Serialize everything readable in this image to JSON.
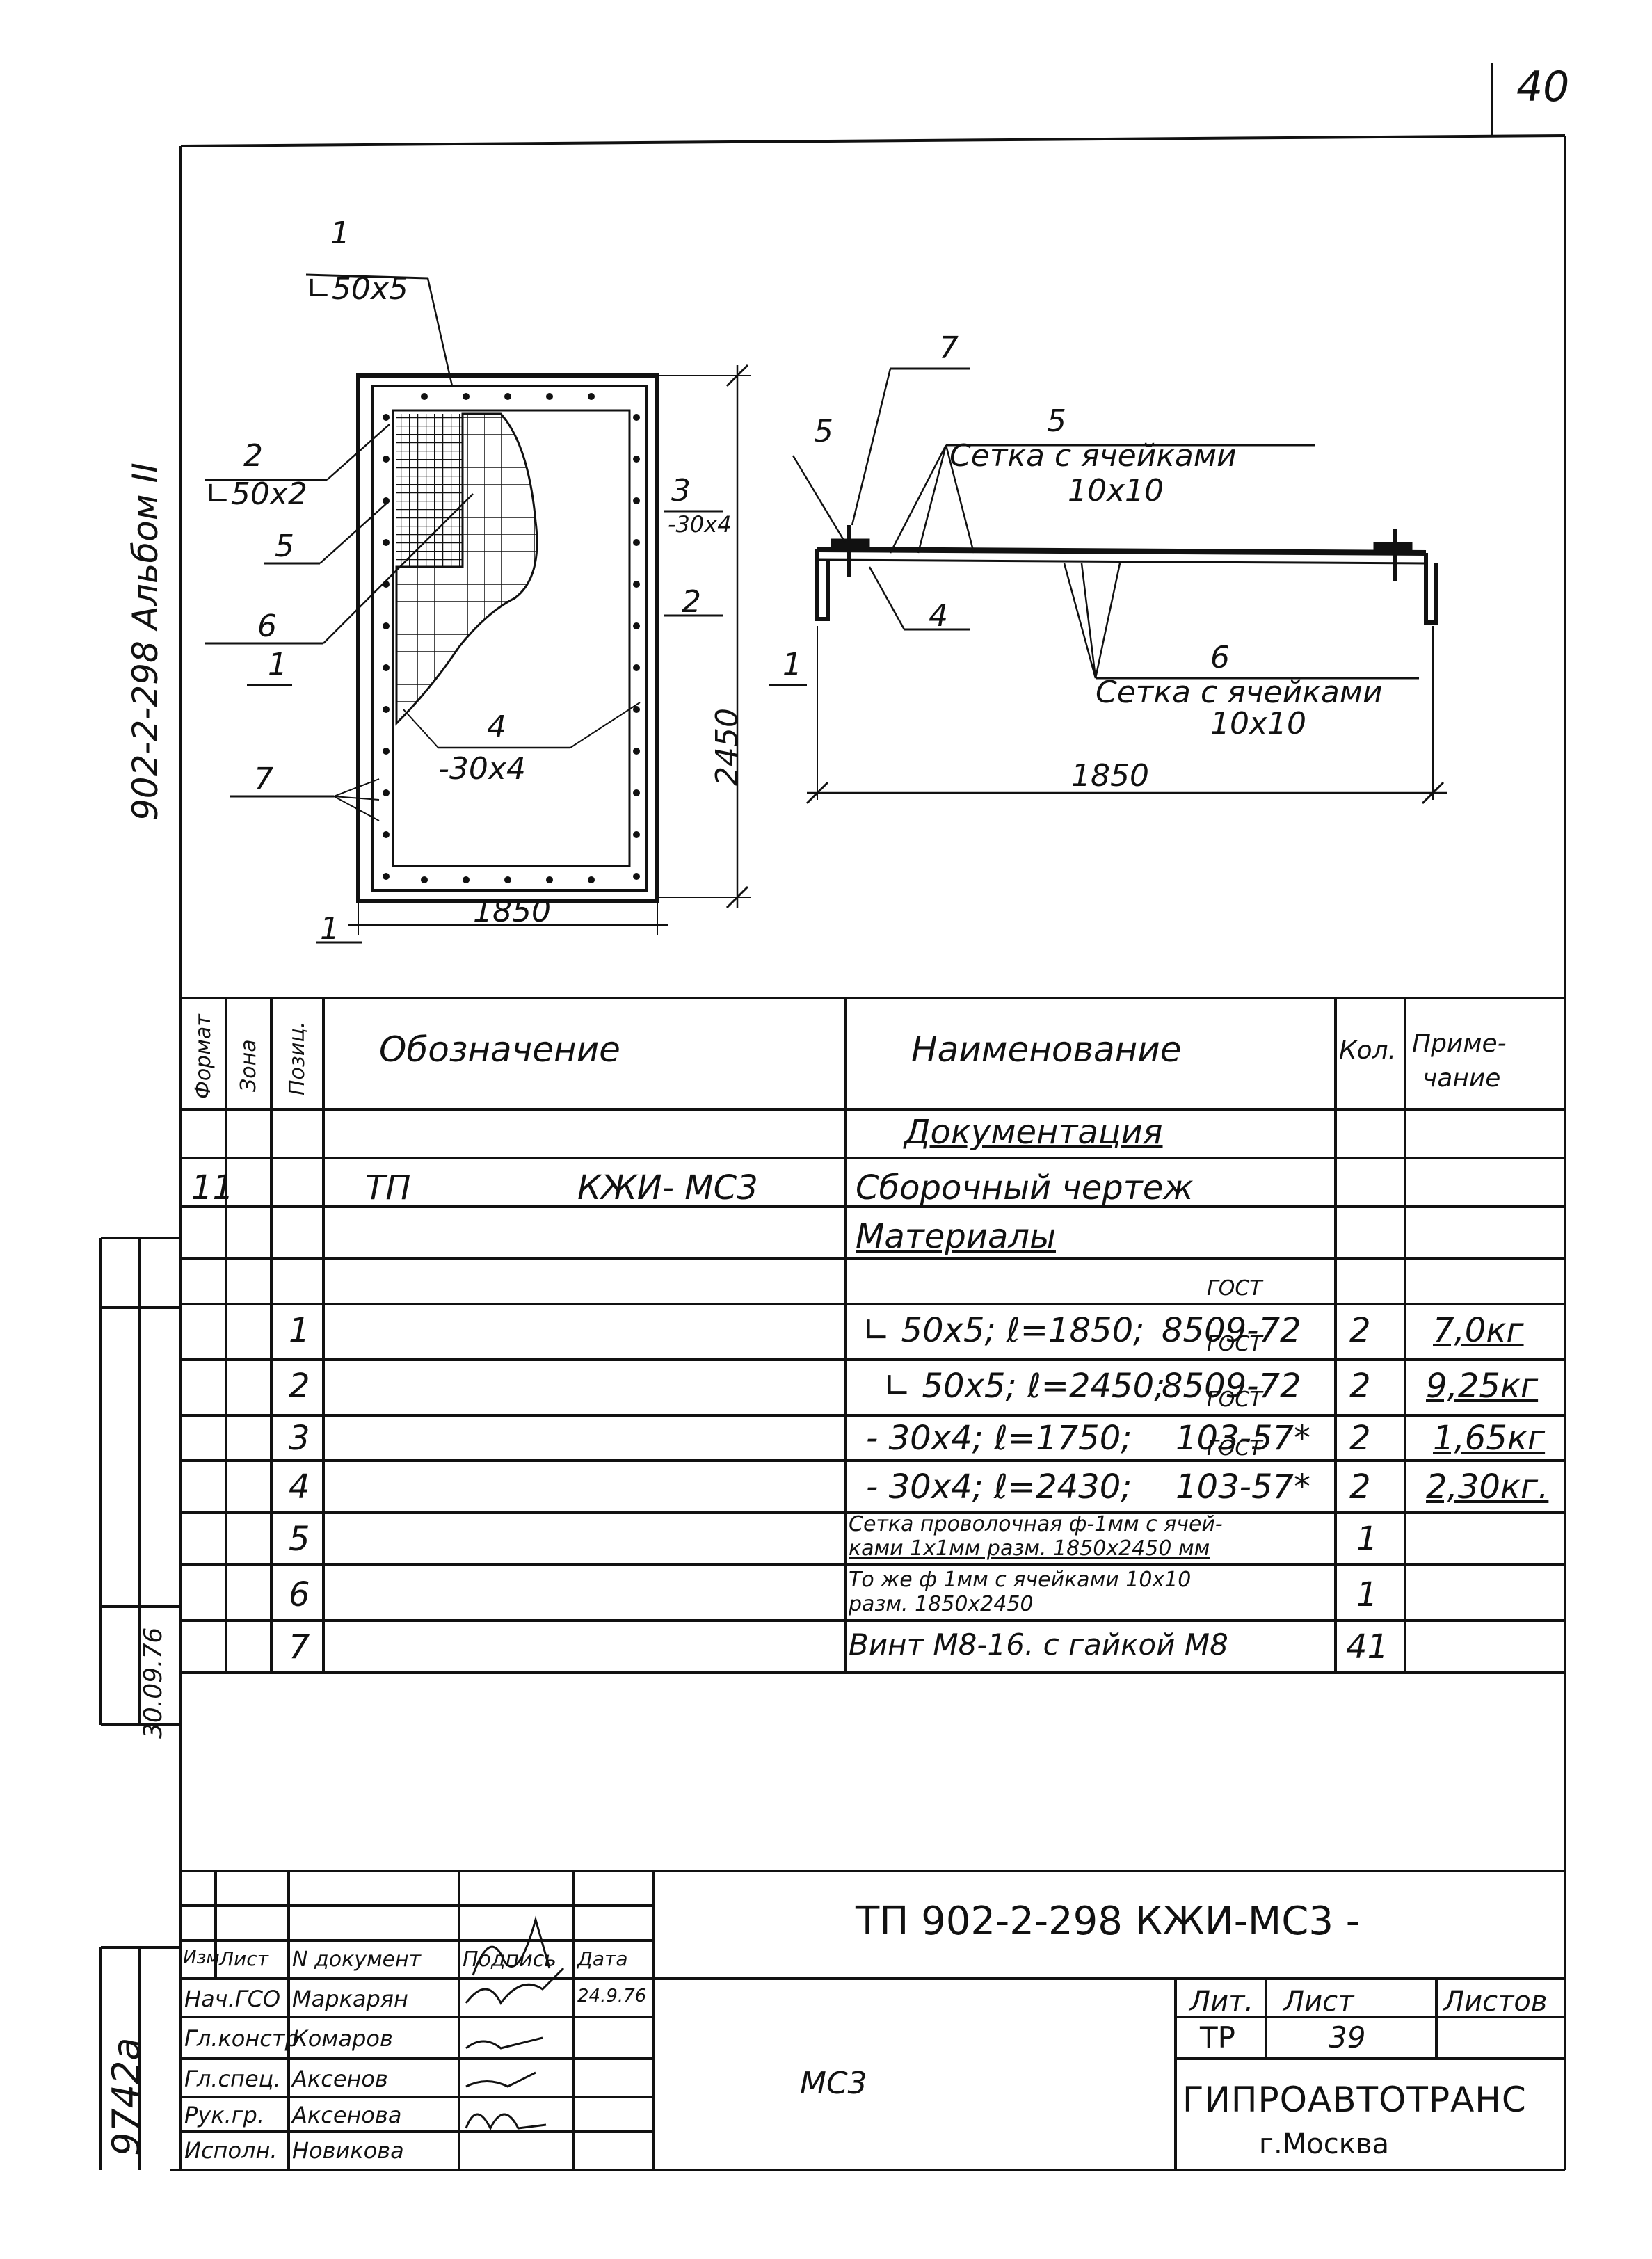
{
  "sheet_number": "40",
  "side": {
    "album": "902-2-298 Альбом II",
    "signature_date": "30.09.76",
    "inventory_number": "9742а"
  },
  "drawing": {
    "plan": {
      "label_1": "1",
      "label_1_sub": "∟50х5",
      "label_2": "2",
      "label_2_sub": "∟50х2",
      "label_5": "5",
      "label_6": "6",
      "label_7": "7",
      "label_3": "3",
      "label_3_sub": "-30х4",
      "label_2r": "2",
      "label_4": "4",
      "label_4_sub": "-30х4",
      "dim_height": "2450",
      "dim_width": "1850",
      "section_mark_left": "1",
      "section_mark_bottom": "1"
    },
    "section": {
      "label_7": "7",
      "label_5": "5",
      "label_5b": "5",
      "mesh_5_text_1": "Сетка с ячейками",
      "mesh_5_text_2": "10х10",
      "label_4": "4",
      "label_6": "6",
      "mesh_6_text_1": "Сетка с ячейками",
      "mesh_6_text_2": "10х10",
      "section_mark": "1",
      "dim_width": "1850"
    }
  },
  "spec": {
    "headers": {
      "format": "Формат",
      "zone": "Зона",
      "pos": "Позиц.",
      "designation": "Обозначение",
      "name": "Наименование",
      "qty": "Кол.",
      "note_1": "Приме-",
      "note_2": "чание"
    },
    "section_documentation": "Документация",
    "doc_row": {
      "format": "11",
      "designation_1": "ТП",
      "designation_2": "КЖИ- МС3",
      "name": "Сборочный чертеж"
    },
    "section_materials": "Материалы",
    "rows": [
      {
        "pos": "1",
        "name": "∟ 50х5; ℓ=1850;",
        "gost_top": "ГОСТ",
        "gost": "8509-72",
        "qty": "2",
        "note": "7,0кг"
      },
      {
        "pos": "2",
        "name": "∟ 50х5; ℓ=2450;",
        "gost_top": "ГОСТ",
        "gost": "8509-72",
        "qty": "2",
        "note": "9,25кг"
      },
      {
        "pos": "3",
        "name": "- 30х4; ℓ=1750;",
        "gost_top": "ГОСТ",
        "gost": "103-57*",
        "qty": "2",
        "note": "1,65кг"
      },
      {
        "pos": "4",
        "name": "- 30х4; ℓ=2430;",
        "gost_top": "ГОСТ",
        "gost": "103-57*",
        "qty": "2",
        "note": "2,30кг."
      },
      {
        "pos": "5",
        "name_1": "Сетка проволочная ф-1мм с ячей-",
        "name_2": "ками 1х1мм разм. 1850х2450 мм",
        "qty": "1",
        "note": ""
      },
      {
        "pos": "6",
        "name_1": "То же ф 1мм с ячейками 10х10",
        "name_2": "разм. 1850х2450",
        "qty": "1",
        "note": ""
      },
      {
        "pos": "7",
        "name": "Винт М8-16. с гайкой М8",
        "qty": "41",
        "note": ""
      }
    ]
  },
  "title_block": {
    "doc_code": "ТП 902-2-298 КЖИ-МС3 -",
    "col_headers": [
      "Изм",
      "Лист",
      "N документ",
      "Подпись",
      "Дата"
    ],
    "people": [
      {
        "role": "Нач.ГСО",
        "name": "Маркарян",
        "date": "24.9.76"
      },
      {
        "role": "Гл.констр",
        "name": "Комаров",
        "date": ""
      },
      {
        "role": "Гл.спец.",
        "name": "Аксенов",
        "date": ""
      },
      {
        "role": "Рук.гр.",
        "name": "Аксенова",
        "date": ""
      },
      {
        "role": "Исполн.",
        "name": "Новикова",
        "date": ""
      }
    ],
    "item_name": "МС3",
    "lit_label": "Лит.",
    "sheet_label": "Лист",
    "sheets_label": "Листов",
    "lit_value": "ТР",
    "sheet_value": "39",
    "org": "ГИПРОАВТОТРАНС",
    "city": "г.Москва"
  }
}
